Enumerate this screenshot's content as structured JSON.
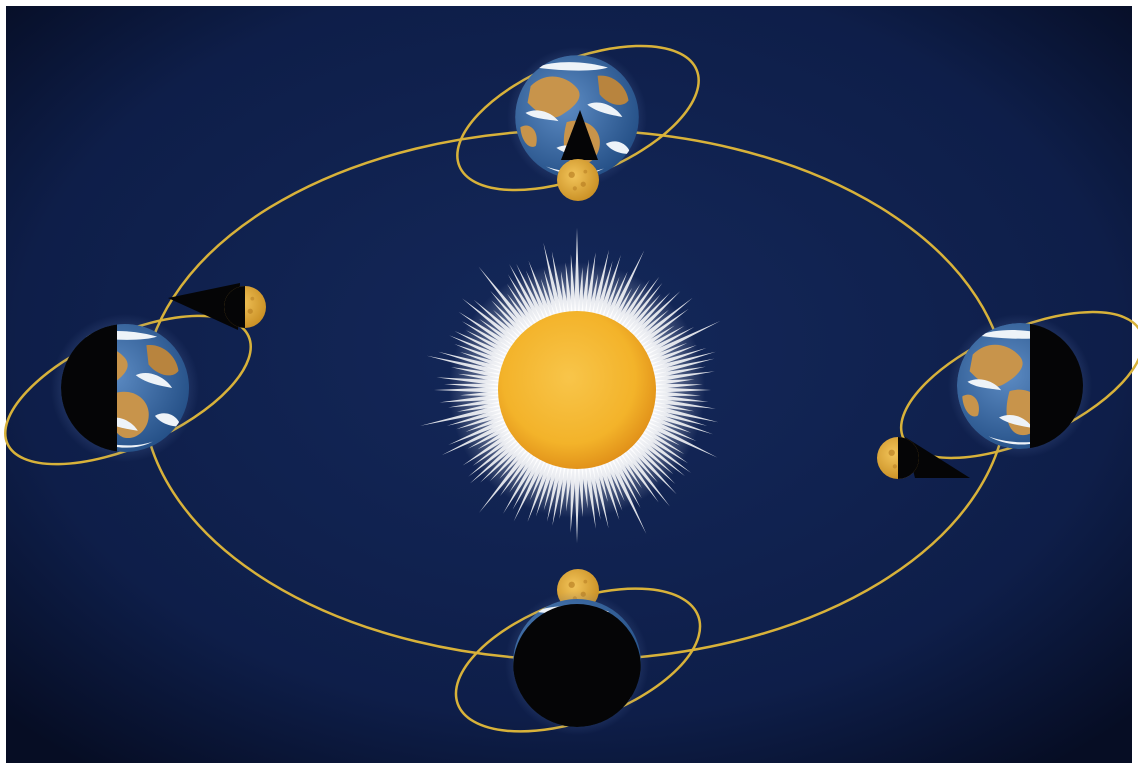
{
  "illustration": {
    "colors": {
      "frame": "#ffffff",
      "space": "#0e1e49",
      "space_edge": "#060d24",
      "orbit": "#d8b23a",
      "sun_core": "#f3b32a",
      "sun_rim": "#e79a1c",
      "corona": "#ffffff",
      "ocean": "#2d5e9a",
      "land": "#c8944b",
      "cloud": "#eef3f8",
      "moon": "#e2ac3a",
      "shadow": "#050506"
    },
    "bodies": [
      "sun",
      "earth",
      "moon"
    ],
    "earth_positions": 4,
    "moon_phases": [
      "new-moon",
      "first-quarter",
      "full-moon",
      "last-quarter"
    ]
  }
}
